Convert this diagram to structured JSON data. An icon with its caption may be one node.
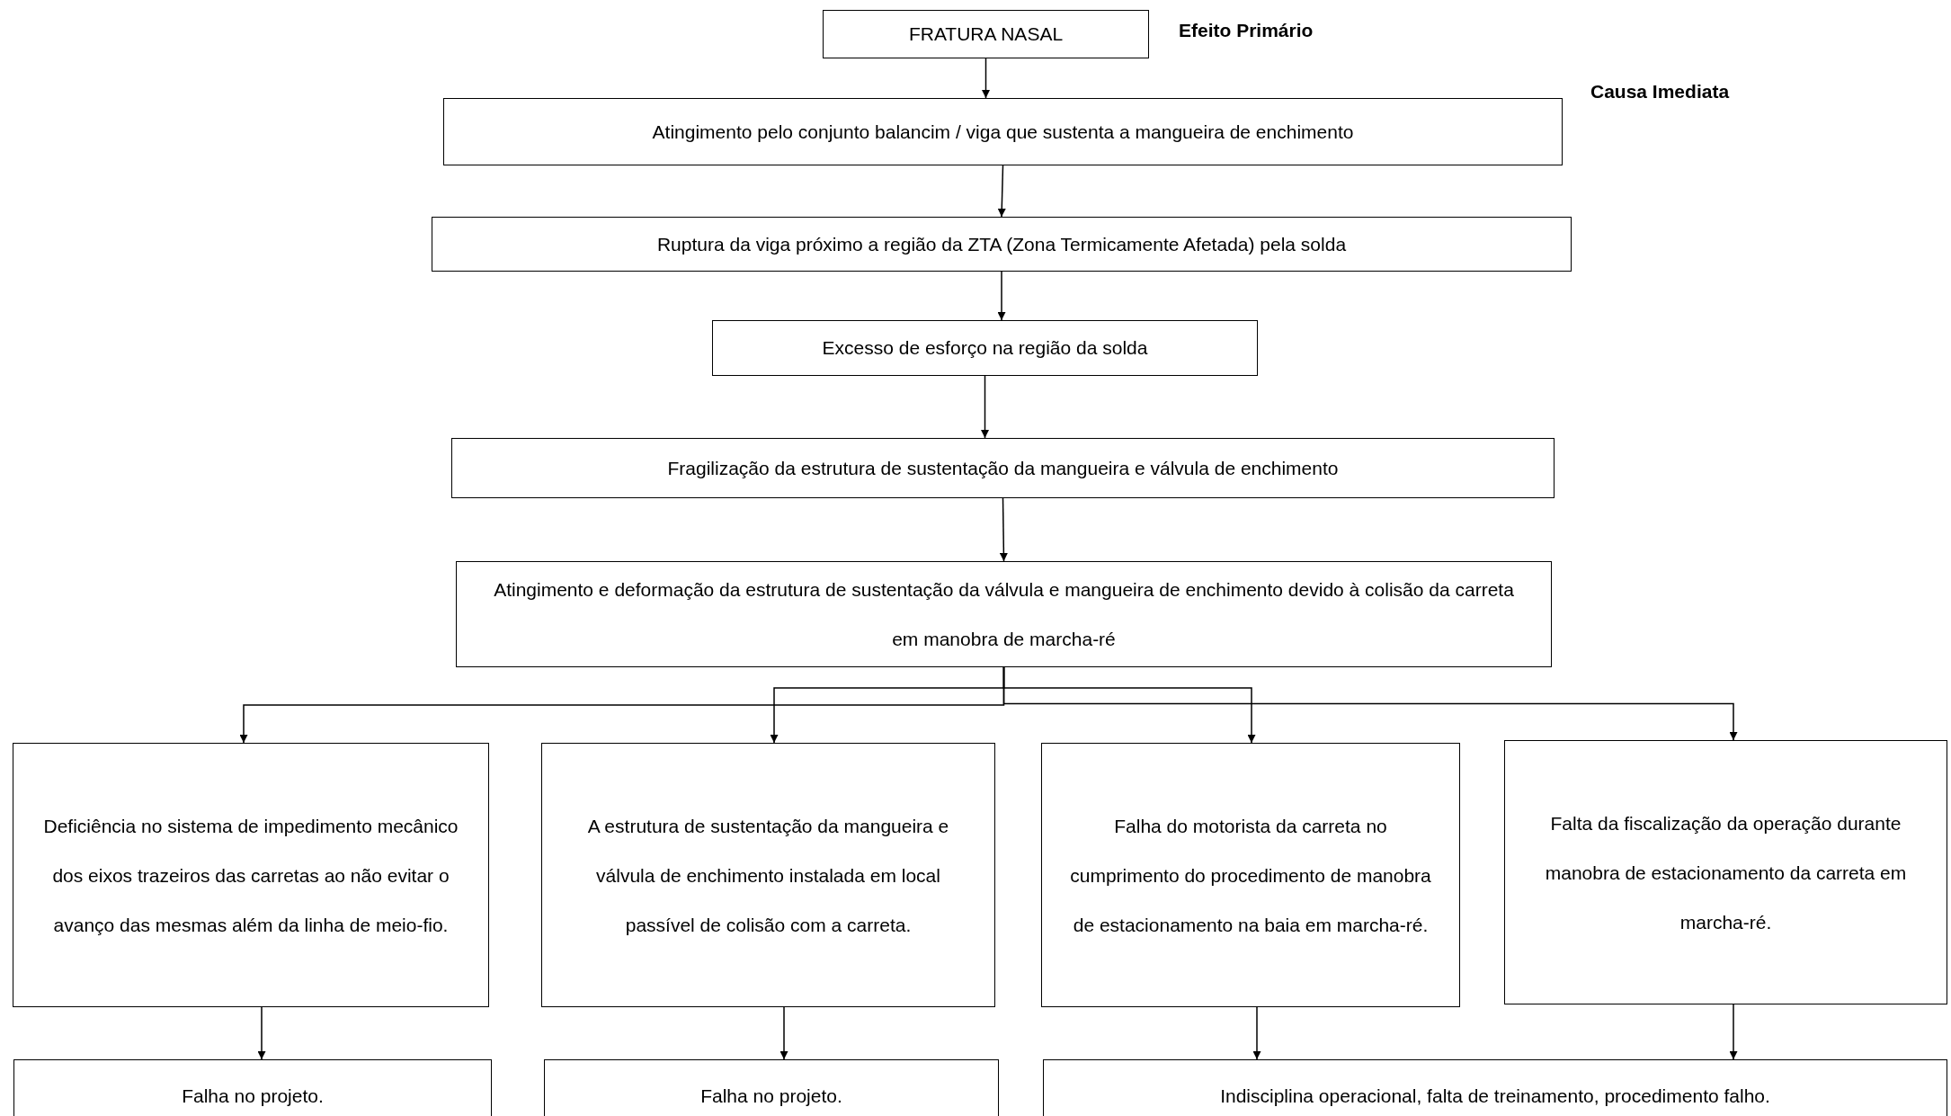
{
  "diagram": {
    "nodes": [
      {
        "text": [
          "FRATURA NASAL"
        ]
      },
      {
        "text": [
          "Atingimento pelo conjunto balancim / viga que sustenta a mangueira de enchimento"
        ]
      },
      {
        "text": [
          "Ruptura da viga próximo a região da ZTA (Zona Termicamente Afetada) pela solda"
        ]
      },
      {
        "text": [
          "Excesso de esforço na região da solda"
        ]
      },
      {
        "text": [
          "Fragilização da estrutura de sustentação da mangueira e válvula de enchimento"
        ]
      },
      {
        "text": [
          "Atingimento e deformação da estrutura de sustentação da válvula e mangueira de enchimento devido à colisão da carreta em manobra de marcha-ré"
        ]
      },
      {
        "text": [
          "Deficiência no sistema de impedimento mecânico dos eixos trazeiros das carretas ao não evitar o avanço das mesmas além da linha de meio-fio."
        ]
      },
      {
        "text": [
          "A estrutura de sustentação da mangueira e válvula de enchimento instalada em local passível de colisão com a carreta."
        ]
      },
      {
        "text": [
          "Falha do motorista da carreta no cumprimento do procedimento de manobra de estacionamento na baia em marcha-ré."
        ]
      },
      {
        "text": [
          "Falta da fiscalização da operação durante manobra de estacionamento da carreta em marcha-ré."
        ]
      },
      {
        "text": [
          "Falha no projeto."
        ]
      },
      {
        "text": [
          "Falha no projeto."
        ]
      },
      {
        "text": [
          "Indisciplina operacional, falta de treinamento, procedimento falho."
        ]
      }
    ],
    "edges": [
      {
        "from": 0,
        "to": 1,
        "arrow": "to"
      },
      {
        "from": 1,
        "to": 2,
        "arrow": "to"
      },
      {
        "from": 2,
        "to": 3,
        "arrow": "to"
      },
      {
        "from": 3,
        "to": 4,
        "arrow": "to"
      },
      {
        "from": 4,
        "to": 5,
        "arrow": "to"
      },
      {
        "from": 5,
        "to": 6,
        "arrow": "to"
      },
      {
        "from": 5,
        "to": 7,
        "arrow": "to"
      },
      {
        "from": 5,
        "to": 8,
        "arrow": "to"
      },
      {
        "from": 5,
        "to": 9,
        "arrow": "to"
      },
      {
        "from": 6,
        "to": 10,
        "arrow": "to"
      },
      {
        "from": 7,
        "to": 11,
        "arrow": "to"
      },
      {
        "from": 8,
        "to": 12,
        "arrow": "to"
      },
      {
        "from": 9,
        "to": 12,
        "arrow": "to"
      }
    ],
    "labels": [
      "Efeito Primário",
      "Causa Imediata"
    ]
  }
}
